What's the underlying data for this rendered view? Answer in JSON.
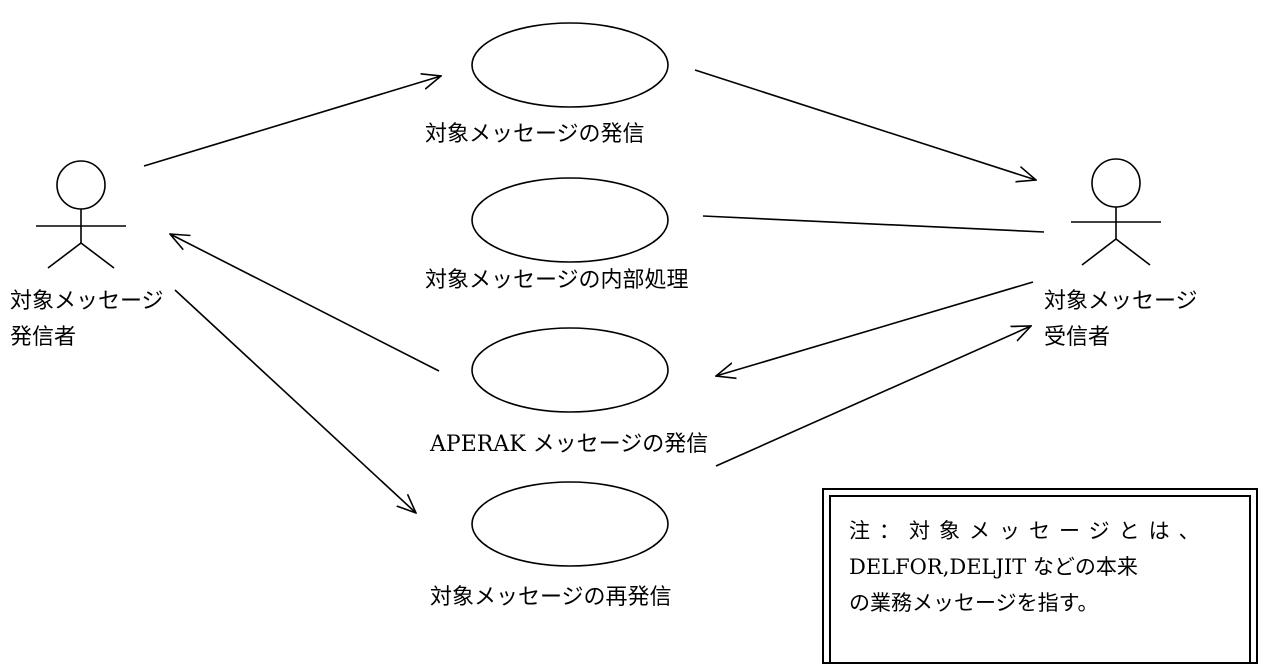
{
  "actors": {
    "sender": {
      "line1": "対象メッセージ",
      "line2": "発信者"
    },
    "receiver": {
      "line1": "対象メッセージ",
      "line2": "受信者"
    }
  },
  "use_cases": {
    "send": "対象メッセージの発信",
    "internal": "対象メッセージの内部処理",
    "aperak_prefix": "APERAK",
    "aperak_suffix": " メッセージの発信",
    "resend": "対象メッセージの再発信"
  },
  "note": {
    "line1": "注：対象メッセージとは、",
    "line2_a": "DELFOR,DELJIT",
    "line2_b": " などの本来",
    "line3": "の業務メッセージを指す。"
  }
}
